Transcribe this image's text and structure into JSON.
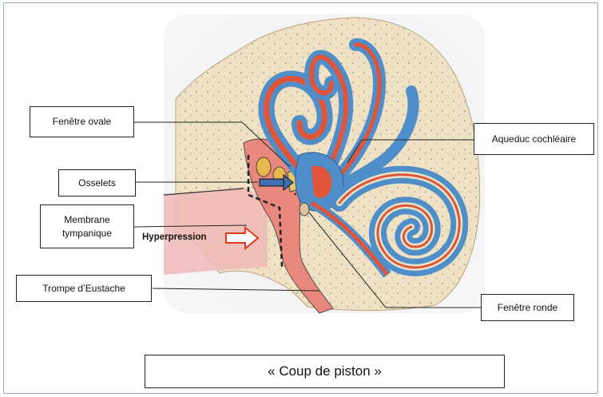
{
  "labels": {
    "fenetre_ovale": "Fenêtre ovale",
    "osselets": "Osselets",
    "membrane_line1": "Membrane",
    "membrane_line2": "tympanique",
    "trompe": "Trompe d’Eustache",
    "aqueduc": "Aqueduc cochléaire",
    "fenetre_ronde": "Fenêtre ronde",
    "hyperpression": "Hyperpression"
  },
  "caption": "« Coup de piston »",
  "colors": {
    "frame_border": "#9aa9c3",
    "bone": "#efe2c4",
    "perilymph_blue": "#4f8ec9",
    "endolymph_red": "#e0553a",
    "pink_canal": "#f0b8b8",
    "arrow_blue": "#3f6fb0",
    "arrow_red": "#e03a1f"
  }
}
